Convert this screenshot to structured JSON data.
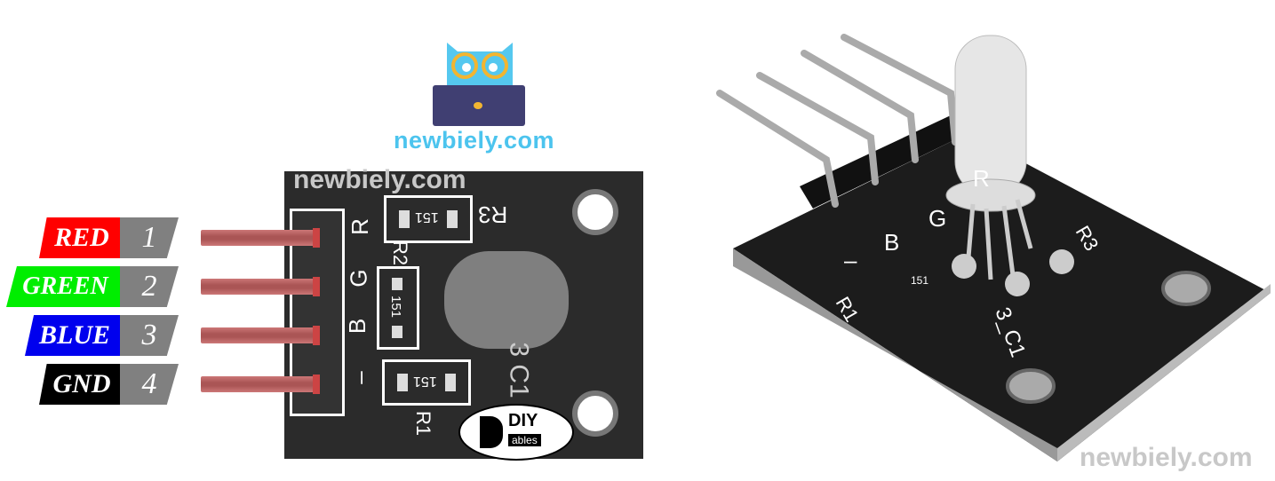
{
  "logo": {
    "brand_text": "newbiely.com",
    "colors": {
      "owl": "#55c8ef",
      "glasses": "#f2b531",
      "laptop": "#403f72"
    }
  },
  "pins": [
    {
      "name": "RED",
      "number": "1",
      "color": "#ff0000"
    },
    {
      "name": "GREEN",
      "number": "2",
      "color": "#00ee00"
    },
    {
      "name": "BLUE",
      "number": "3",
      "color": "#0000ee"
    },
    {
      "name": "GND",
      "number": "4",
      "color": "#000000"
    }
  ],
  "board": {
    "silkscreen_pins": [
      "R",
      "G",
      "B",
      "–"
    ],
    "resistors": [
      {
        "ref": "R3",
        "value": "151"
      },
      {
        "ref": "R2",
        "value": "151"
      },
      {
        "ref": "R1",
        "value": "151"
      }
    ],
    "led_label": "3 C1",
    "badge": {
      "top": "DIY",
      "bottom": "ables"
    },
    "watermark": "newbiely.com"
  },
  "photo": {
    "watermark": "newbiely.com",
    "silkscreen": [
      "R",
      "G",
      "B",
      "–",
      "R1",
      "R3",
      "3_C1",
      "151"
    ]
  }
}
